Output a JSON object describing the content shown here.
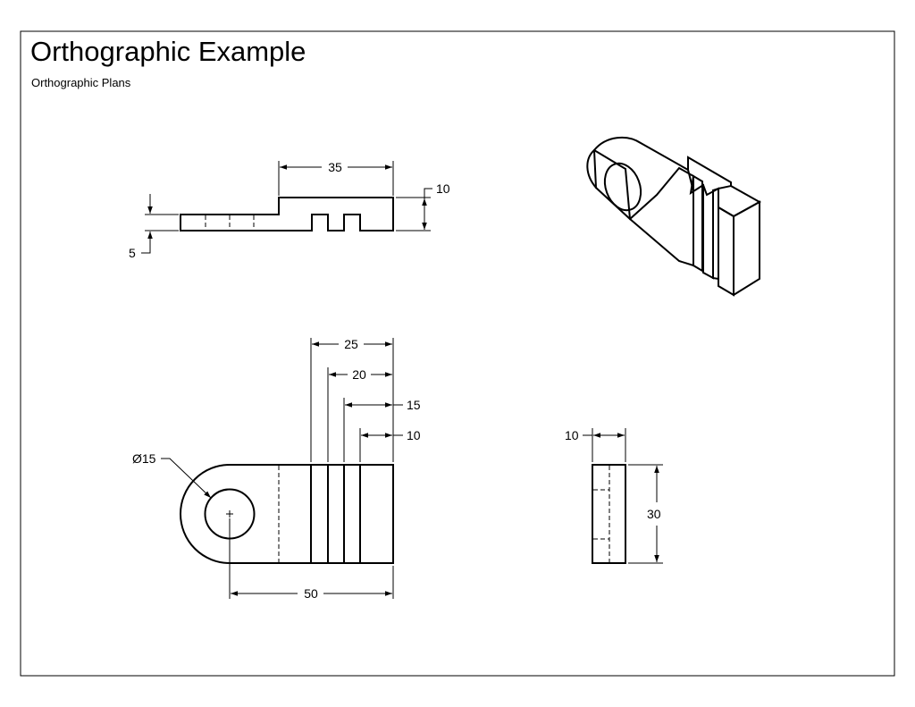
{
  "drawing": {
    "title": "Orthographic Example",
    "subtitle": "Orthographic Plans"
  },
  "dimensions": {
    "top_view_width": "35",
    "top_view_height": "10",
    "top_view_thickness": "5",
    "front_view_25": "25",
    "front_view_20": "20",
    "front_view_15": "15",
    "front_view_10": "10",
    "hole_diameter": "Ø15",
    "overall_length": "50",
    "side_view_width": "10",
    "side_view_height": "30"
  }
}
